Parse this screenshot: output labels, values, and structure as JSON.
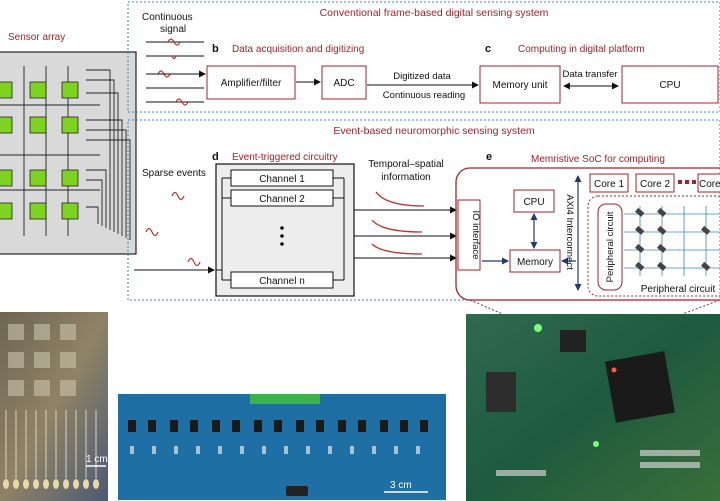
{
  "sensor_array": {
    "title": "Sensor array"
  },
  "conventional": {
    "title": "Conventional frame-based digital sensing system",
    "continuous_signal": "Continuous signal",
    "continuous_signal_line1": "Continuous",
    "continuous_signal_line2": "signal",
    "panel_b_letter": "b",
    "panel_b_title": "Data acquisition and digitizing",
    "panel_c_letter": "c",
    "panel_c_title": "Computing in digital platform",
    "amplifier": "Amplifier/filter",
    "adc": "ADC",
    "digitized_data": "Digitized data",
    "continuous_reading": "Continuous reading",
    "memory_unit": "Memory unit",
    "data_transfer": "Data transfer",
    "cpu": "CPU"
  },
  "event_based": {
    "title": "Event-based neuromorphic sensing system",
    "sparse_events": "Sparse events",
    "panel_d_letter": "d",
    "panel_d_title": "Event-triggered circuitry",
    "channel_1": "Channel 1",
    "channel_2": "Channel 2",
    "channel_n": "Channel n",
    "temporal_spatial": "Temporal–spatial information",
    "temporal_spatial_line1": "Temporal–spatial",
    "temporal_spatial_line2": "information",
    "panel_e_letter": "e",
    "panel_e_title": "Memristive SoC for computing",
    "io_interface": "IO interface",
    "cpu": "CPU",
    "memory": "Memory",
    "axi4_interconnect": "AXI4 Interconnect",
    "core_1": "Core 1",
    "core_2": "Core 2",
    "core_n": "Core n",
    "core_n_visible": "Core",
    "peripheral_circuit_vertical": "Peripheral circuit",
    "peripheral_circuit_bottom": "Peripheral circuit"
  },
  "photos": {
    "scale_1cm": "1 cm",
    "scale_3cm": "3 cm"
  },
  "colors": {
    "accent_red": "#a3222a",
    "blue_dotted": "#3a86c8",
    "pcb_blue": "#1e6fa3",
    "sensor_green": "#7ed321"
  }
}
